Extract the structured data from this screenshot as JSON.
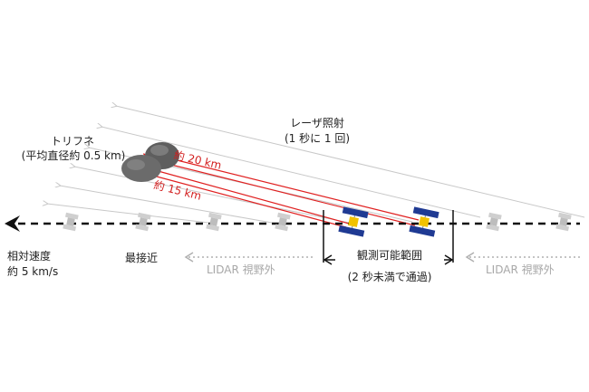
{
  "asteroid": {
    "name": "トリフネ",
    "size_note": "(平均直径約 0.5 km)"
  },
  "laser": {
    "title": "レーザ照射",
    "rate": "(1 秒に 1 回)"
  },
  "distances": {
    "far": "約 20 km",
    "near": "約 15 km"
  },
  "velocity": {
    "label": "相対速度",
    "value": "約 5 km/s"
  },
  "closest_approach": "最接近",
  "out_of_view": {
    "left": "LIDAR 視野外",
    "right": "LIDAR 視野外"
  },
  "observable": {
    "title": "観測可能範囲",
    "note": "(2 秒未満で通過)"
  },
  "colors": {
    "laser_line": "#c8c8c8",
    "distance_line": "#e02020",
    "spacecraft_body": "#1f3a93",
    "spacecraft_core": "#f2c200",
    "ghost_spacecraft": "#c8c8c8",
    "path": "#111111"
  }
}
